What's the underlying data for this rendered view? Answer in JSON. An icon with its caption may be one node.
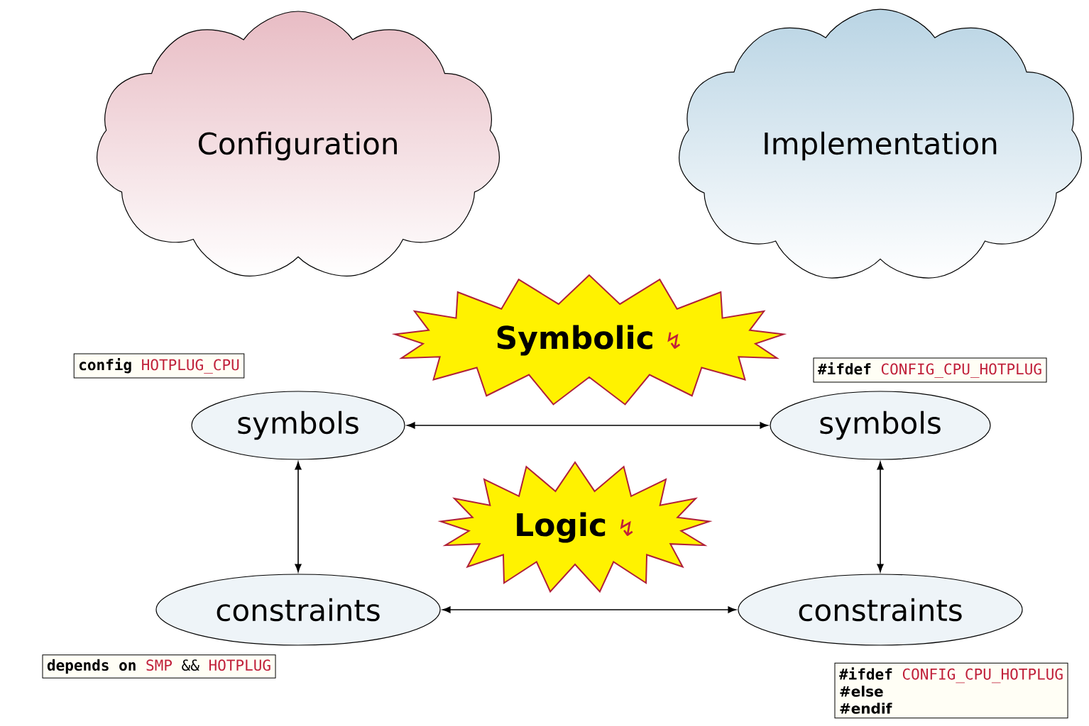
{
  "diagram": {
    "nodes": [
      {
        "text": [
          "Configuration"
        ]
      },
      {
        "text": [
          "Implementation"
        ]
      },
      {
        "text": [
          "config",
          "HOTPLUG_CPU"
        ]
      },
      {
        "text": [
          "Symbolic",
          "↯"
        ]
      },
      {
        "text": [
          "#ifdef",
          "CONFIG_CPU_HOTPLUG"
        ]
      },
      {
        "text": [
          "symbols"
        ]
      },
      {
        "text": [
          "symbols"
        ]
      },
      {
        "text": [
          "Logic",
          "↯"
        ]
      },
      {
        "text": [
          "constraints"
        ]
      },
      {
        "text": [
          "constraints"
        ]
      },
      {
        "text": [
          "depends on",
          "SMP",
          "&&",
          "HOTPLUG"
        ]
      },
      {
        "text": [
          "#ifdef",
          "CONFIG_CPU_HOTPLUG",
          "#else",
          "#endif"
        ]
      }
    ],
    "edges": [
      {
        "from": 5,
        "to": 6,
        "arrow": "both"
      },
      {
        "from": 5,
        "to": 8,
        "arrow": "both"
      },
      {
        "from": 6,
        "to": 9,
        "arrow": "both"
      },
      {
        "from": 8,
        "to": 9,
        "arrow": "both"
      }
    ]
  }
}
